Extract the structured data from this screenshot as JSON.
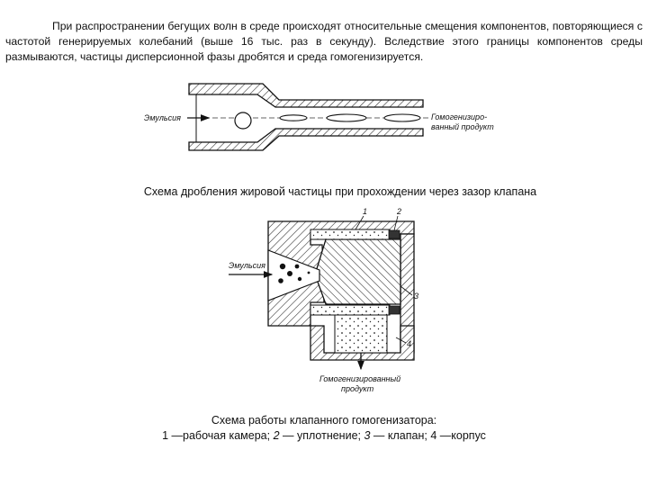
{
  "paragraph": "При распространении бегущих волн в среде происходят относительные смещения компонентов, повторяющиеся с частотой генерируемых колебаний (выше 16 тыс. раз в секунду). Вследствие этого границы компонентов среды размываются, частицы дисперсионной фазы дробятся и среда гомогенизируется.",
  "figure1": {
    "caption": "Схема дробления жировой частицы при прохождении через зазор клапана",
    "label_in": "Эмульсия",
    "label_out_1": "Гомогенизиро-",
    "label_out_2": "ванный продукт"
  },
  "figure2": {
    "caption_line1": "Схема работы клапанного гомогенизатора:",
    "legend": [
      {
        "num": "1",
        "text": "—рабочая камера;"
      },
      {
        "num": "2",
        "text": "— уплотнение;"
      },
      {
        "num": "3",
        "text": "— клапан;"
      },
      {
        "num": "4",
        "text": "—корпус"
      }
    ],
    "label_in": "Эмульсия",
    "label_out_1": "Гомогенизированный",
    "label_out_2": "продукт",
    "callouts": [
      "1",
      "2",
      "3",
      "4"
    ]
  }
}
